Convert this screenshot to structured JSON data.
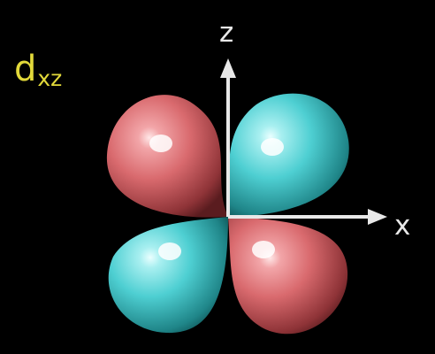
{
  "orbital": {
    "label_main": "d",
    "label_sub": "xz",
    "label_color": "#e2d93a"
  },
  "axes": {
    "z_label": "z",
    "x_label": "x",
    "color": "#e8e8e8"
  },
  "lobes": [
    {
      "id": "upper-left",
      "phase": "positive",
      "color": "#d96a6e"
    },
    {
      "id": "upper-right",
      "phase": "negative",
      "color": "#4ecfd2"
    },
    {
      "id": "lower-left",
      "phase": "negative",
      "color": "#4ecfd2"
    },
    {
      "id": "lower-right",
      "phase": "positive",
      "color": "#d96a6e"
    }
  ],
  "background": "#000000"
}
